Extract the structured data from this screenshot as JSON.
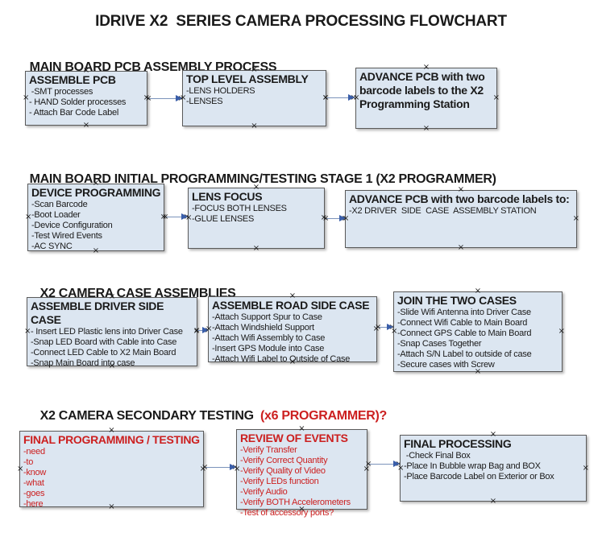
{
  "title": "IDRIVE X2  SERIES CAMERA PROCESSING FLOWCHART",
  "connector_handle_glyph": "×",
  "colors": {
    "box_fill": "#dce6f1",
    "box_border": "#5a5a5a",
    "arrow_line": "#7b93bb",
    "arrow_head": "#3a5ea9",
    "accent_red": "#cc2020",
    "text": "#1a1a1a"
  },
  "sections": [
    {
      "heading": {
        "main": "MAIN BOARD PCB ASSEMBLY PROCESS",
        "accent": ""
      },
      "boxes": [
        {
          "title": "ASSEMBLE PCB",
          "items": [
            " -SMT processes",
            "- HAND Solder processes",
            "- Attach Bar Code Label"
          ]
        },
        {
          "title": "TOP LEVEL ASSEMBLY",
          "items": [
            "-LENS HOLDERS",
            "-LENSES"
          ]
        },
        {
          "title": "ADVANCE PCB with two barcode labels to the X2 Programming Station",
          "items": []
        }
      ]
    },
    {
      "heading": {
        "main": "MAIN BOARD INITIAL PROGRAMMING/TESTING STAGE 1 (X2 PROGRAMMER)",
        "accent": ""
      },
      "boxes": [
        {
          "title": "DEVICE PROGRAMMING",
          "items": [
            "-Scan Barcode",
            "-Boot Loader",
            "-Device Configuration",
            "-Test Wired Events",
            "-AC SYNC"
          ]
        },
        {
          "title": "LENS FOCUS",
          "items": [
            "-FOCUS BOTH LENSES",
            "-GLUE LENSES"
          ]
        },
        {
          "title": "ADVANCE PCB with two barcode labels to:",
          "items": [
            "-X2 DRIVER  SIDE  CASE  ASSEMBLY STATION"
          ]
        }
      ]
    },
    {
      "heading": {
        "main": "X2 CAMERA CASE ASSEMBLIES",
        "accent": ""
      },
      "boxes": [
        {
          "title": "ASSEMBLE DRIVER SIDE CASE",
          "items": [
            "- Insert LED Plastic lens into Driver Case",
            "-Snap LED Board with Cable into Case",
            "-Connect LED Cable to X2 Main Board",
            "-Snap Main Board into case"
          ]
        },
        {
          "title": "ASSEMBLE ROAD SIDE CASE",
          "items": [
            "-Attach Support Spur to Case",
            "-Attach Windshield Support",
            "-Attach Wifi Assembly to Case",
            "-Insert GPS Module into Case",
            "-Attach Wifi Label to Outside of Case"
          ]
        },
        {
          "title": "JOIN THE TWO CASES",
          "items": [
            "-Slide Wifi Antenna into Driver Case",
            "-Connect Wifi Cable to Main Board",
            "-Connect GPS Cable to Main Board",
            "-Snap Cases Together",
            "-Attach S/N Label to outside of case",
            "-Secure cases with Screw"
          ]
        }
      ]
    },
    {
      "heading": {
        "main": "X2 CAMERA SECONDARY TESTING ",
        "accent": " (x6 PROGRAMMER)?"
      },
      "boxes": [
        {
          "title": "FINAL PROGRAMMING / TESTING",
          "red": true,
          "items": [
            "-need",
            "-to",
            "-know",
            "-what",
            "-goes",
            "-here"
          ]
        },
        {
          "title": "REVIEW OF EVENTS",
          "red": true,
          "items": [
            "-Verify Transfer",
            "-Verify Correct Quantity",
            "-Verify Quality of Video",
            "-Verify LEDs function",
            "-Verify Audio",
            "-Verify BOTH Accelerometers",
            "-Test of accessory ports?"
          ]
        },
        {
          "title": "FINAL PROCESSING",
          "items": [
            " -Check Final Box",
            "-Place In Bubble wrap Bag and BOX",
            "-Place Barcode Label on Exterior or Box"
          ]
        }
      ]
    }
  ]
}
